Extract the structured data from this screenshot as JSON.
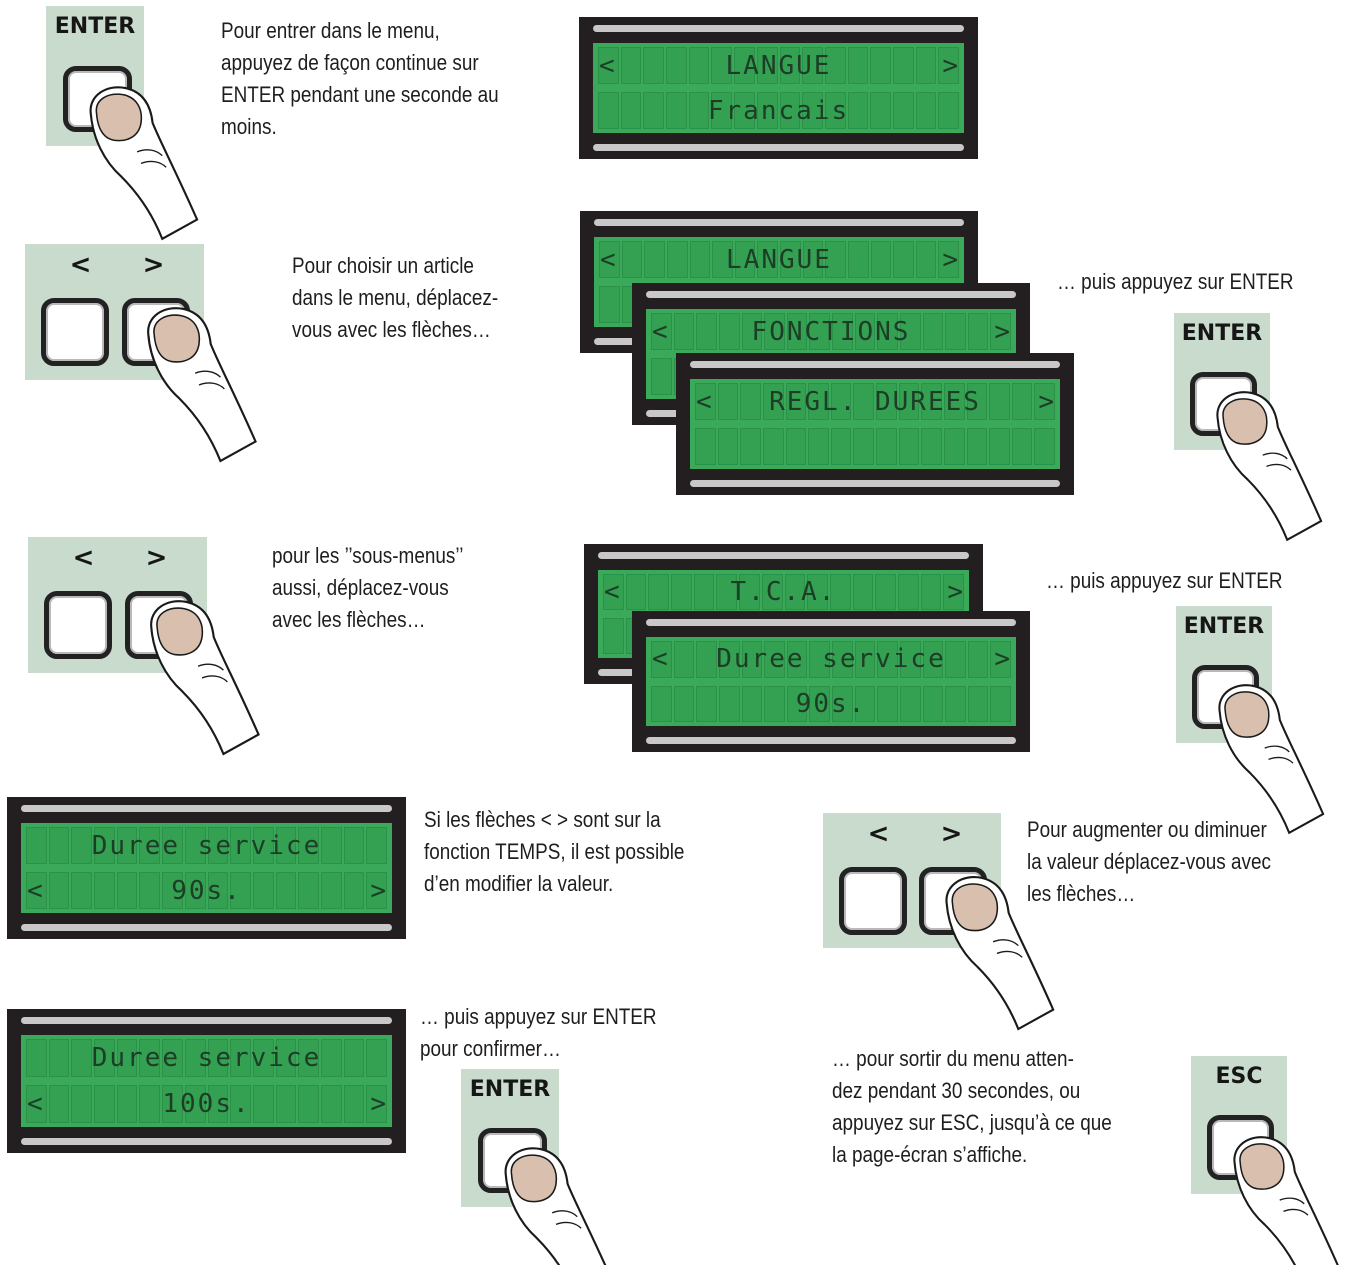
{
  "colors": {
    "panel": "#c9dbcd",
    "lcd_frame": "#231f20",
    "lcd_screen": "#3aaa5a",
    "lcd_text": "#1d3d26",
    "skin": "#d9bfad",
    "text": "#1e1e1e"
  },
  "keys": {
    "enter": "ENTER",
    "esc": "ESC",
    "left": "<",
    "right": ">"
  },
  "step1": {
    "text": [
      "Pour entrer dans le menu,",
      "appuyez de façon continue sur",
      "ENTER pendant une seconde au",
      "moins."
    ],
    "lcd": {
      "line1": "LANGUE",
      "line2": "Francais"
    }
  },
  "step2": {
    "text": [
      "Pour choisir un article",
      "dans le menu, déplacez-",
      "vous avec les flèches…"
    ],
    "then": "… puis appuyez sur ENTER",
    "lcd_a": {
      "line1": "LANGUE"
    },
    "lcd_b": {
      "line1": "FONCTIONS"
    },
    "lcd_c": {
      "line1": "REGL. DUREES"
    }
  },
  "step3": {
    "text": [
      "pour les ’’sous-menus’’",
      "aussi, déplacez-vous",
      "avec les flèches…"
    ],
    "then": "… puis appuyez sur ENTER",
    "lcd_a": {
      "line1": "T.C.A."
    },
    "lcd_b": {
      "line1": "Duree service",
      "line2": "90s."
    }
  },
  "step4": {
    "text": [
      "Si les flèches < > sont sur la",
      "fonction TEMPS, il est possible",
      "d’en modifier la valeur."
    ],
    "lcd": {
      "line1": "Duree service",
      "line2": "90s."
    }
  },
  "step5": {
    "text": [
      "Pour augmenter ou diminuer",
      "la valeur déplacez-vous avec",
      "les flèches…"
    ]
  },
  "step6": {
    "text": [
      "… puis appuyez sur ENTER",
      "pour confirmer…"
    ],
    "lcd": {
      "line1": "Duree service",
      "line2": "100s."
    }
  },
  "step7": {
    "text": [
      "… pour sortir du menu atten-",
      "dez pendant 30 secondes, ou",
      "appuyez sur ESC, jusqu’à ce que",
      "la page-écran s’affiche."
    ]
  }
}
